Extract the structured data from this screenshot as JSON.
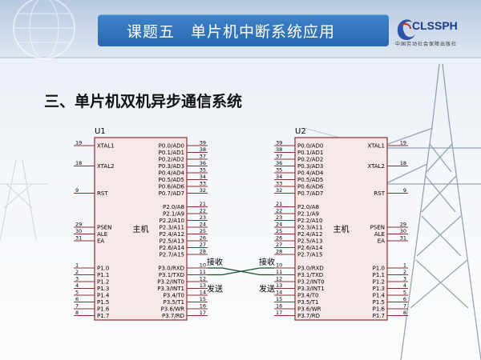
{
  "slide": {
    "title": "课题五　单片机中断系统应用",
    "section_title": "三、单片机双机异步通信系统"
  },
  "logo": {
    "text": "CLSSPH",
    "subtitle": "中国劳动社会保障出版社",
    "icon": "swoosh-logo-icon"
  },
  "colors": {
    "title_bar": "#2f72bd",
    "chip_fill": "#f9e8e8",
    "chip_border": "#8a2e2e",
    "pin_line": "#8a2e2e",
    "wire": "#1a4d2e"
  },
  "diagram": {
    "chips": [
      {
        "ref": "U1",
        "center_label": "主机",
        "left_pins": [
          {
            "num": "19",
            "name": "XTAL1"
          },
          {
            "num": "18",
            "name": "XTAL2"
          },
          {
            "num": "9",
            "name": "RST"
          },
          {
            "num": "29",
            "name": "PSEN"
          },
          {
            "num": "30",
            "name": "ALE"
          },
          {
            "num": "31",
            "name": "EA"
          },
          {
            "num": "1",
            "name": "P1.0"
          },
          {
            "num": "2",
            "name": "P1.1"
          },
          {
            "num": "3",
            "name": "P1.2"
          },
          {
            "num": "4",
            "name": "P1.3"
          },
          {
            "num": "5",
            "name": "P1.4"
          },
          {
            "num": "6",
            "name": "P1.5"
          },
          {
            "num": "7",
            "name": "P1.6"
          },
          {
            "num": "8",
            "name": "P1.7"
          }
        ],
        "right_pins": [
          {
            "num": "39",
            "name": "P0.0/AD0"
          },
          {
            "num": "38",
            "name": "P0.1/AD1"
          },
          {
            "num": "37",
            "name": "P0.2/AD2"
          },
          {
            "num": "36",
            "name": "P0.3/AD3"
          },
          {
            "num": "35",
            "name": "P0.4/AD4"
          },
          {
            "num": "34",
            "name": "P0.5/AD5"
          },
          {
            "num": "33",
            "name": "P0.6/AD6"
          },
          {
            "num": "32",
            "name": "P0.7/AD7"
          },
          {
            "num": "21",
            "name": "P2.0/A8"
          },
          {
            "num": "22",
            "name": "P2.1/A9"
          },
          {
            "num": "23",
            "name": "P2.2/A10"
          },
          {
            "num": "24",
            "name": "P2.3/A11"
          },
          {
            "num": "25",
            "name": "P2.4/A12"
          },
          {
            "num": "26",
            "name": "P2.5/A13"
          },
          {
            "num": "27",
            "name": "P2.6/A14"
          },
          {
            "num": "28",
            "name": "P2.7/A15"
          },
          {
            "num": "10",
            "name": "P3.0/RXD"
          },
          {
            "num": "11",
            "name": "P3.1/TXD"
          },
          {
            "num": "12",
            "name": "P3.2/INT0"
          },
          {
            "num": "13",
            "name": "P3.3/INT1"
          },
          {
            "num": "14",
            "name": "P3.4/T0"
          },
          {
            "num": "15",
            "name": "P3.5/T1"
          },
          {
            "num": "16",
            "name": "P3.6/WR"
          },
          {
            "num": "17",
            "name": "P3.7/RD"
          }
        ]
      },
      {
        "ref": "U2",
        "center_label": "主机",
        "left_pins": [
          {
            "num": "39",
            "name": "P0.0/AD0"
          },
          {
            "num": "38",
            "name": "P0.1/AD1"
          },
          {
            "num": "37",
            "name": "P0.2/AD2"
          },
          {
            "num": "36",
            "name": "P0.3/AD3"
          },
          {
            "num": "35",
            "name": "P0.4/AD4"
          },
          {
            "num": "34",
            "name": "P0.5/AD5"
          },
          {
            "num": "33",
            "name": "P0.6/AD6"
          },
          {
            "num": "32",
            "name": "P0.7/AD7"
          },
          {
            "num": "21",
            "name": "P2.0/A8"
          },
          {
            "num": "22",
            "name": "P2.1/A9"
          },
          {
            "num": "23",
            "name": "P2.2/A10"
          },
          {
            "num": "24",
            "name": "P2.3/A11"
          },
          {
            "num": "25",
            "name": "P2.4/A12"
          },
          {
            "num": "26",
            "name": "P2.5/A13"
          },
          {
            "num": "27",
            "name": "P2.6/A14"
          },
          {
            "num": "28",
            "name": "P2.7/A15"
          },
          {
            "num": "10",
            "name": "P3.0/RXD"
          },
          {
            "num": "11",
            "name": "P3.1/TXD"
          },
          {
            "num": "12",
            "name": "P3.2/INT0"
          },
          {
            "num": "13",
            "name": "P3.3/INT1"
          },
          {
            "num": "14",
            "name": "P3.4/T0"
          },
          {
            "num": "15",
            "name": "P3.5/T1"
          },
          {
            "num": "16",
            "name": "P3.6/WR"
          },
          {
            "num": "17",
            "name": "P3.7/RD"
          }
        ],
        "right_pins": [
          {
            "num": "19",
            "name": "XTAL1"
          },
          {
            "num": "18",
            "name": "XTAL2"
          },
          {
            "num": "9",
            "name": "RST"
          },
          {
            "num": "29",
            "name": "PSEN"
          },
          {
            "num": "30",
            "name": "ALE"
          },
          {
            "num": "31",
            "name": "EA"
          },
          {
            "num": "1",
            "name": "P1.0"
          },
          {
            "num": "2",
            "name": "P1.1"
          },
          {
            "num": "3",
            "name": "P1.2"
          },
          {
            "num": "4",
            "name": "P1.3"
          },
          {
            "num": "5",
            "name": "P1.4"
          },
          {
            "num": "6",
            "name": "P1.5"
          },
          {
            "num": "7",
            "name": "P1.6"
          },
          {
            "num": "8",
            "name": "P1.7"
          }
        ]
      }
    ],
    "wire_labels": {
      "left_receive": "接收",
      "left_send": "发送",
      "right_receive": "接收",
      "right_send": "发送"
    }
  }
}
